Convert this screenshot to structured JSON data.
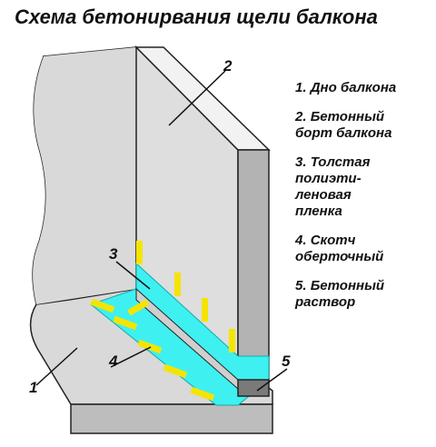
{
  "title": "Схема бетонирвания щели балкона",
  "callouts": [
    "1",
    "2",
    "3",
    "4",
    "5"
  ],
  "legend": [
    {
      "number": "1.",
      "text": "Дно балкона"
    },
    {
      "number": "2.",
      "text": "Бетонный\nборт балкона"
    },
    {
      "number": "3.",
      "text": "Толстая\nполиэти-\nленовая\nпленка"
    },
    {
      "number": "4.",
      "text": "Скотч\nоберточный"
    },
    {
      "number": "5.",
      "text": "Бетонный\nраствор"
    }
  ],
  "colors": {
    "wall": "#d9d9d9",
    "wall_side": "#b3b3b3",
    "film": "#3ff0f0",
    "tape": "#f5e400",
    "mortar": "#7a7a7a",
    "outline": "#222222"
  }
}
